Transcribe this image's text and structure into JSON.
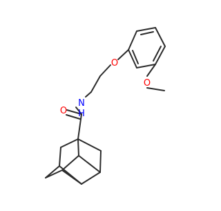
{
  "molecule": {
    "atoms": {
      "carbonyl_oxygen": "O",
      "amide_nitrogen": "N",
      "amide_hydrogen": "H",
      "ether_oxygen": "O",
      "methoxy_oxygen": "O"
    },
    "colors": {
      "bond": "#2b2b2b",
      "oxygen": "#ff0000",
      "nitrogen": "#0000ff"
    }
  }
}
